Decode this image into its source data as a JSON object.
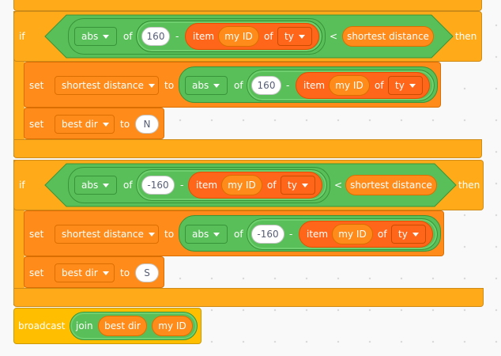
{
  "colors": {
    "control": "#ffab19",
    "variables": "#ff8c1a",
    "operators": "#59c059",
    "lists": "#ff661a",
    "events": "#ffbf00"
  },
  "blocks": [
    {
      "if_label": "if",
      "then_label": "then",
      "abs": "abs",
      "of": "of",
      "value": "160",
      "minus": "-",
      "item": "item",
      "var_my_id": "my ID",
      "of2": "of",
      "list": "ty",
      "lt": "<",
      "shortest": "shortest distance",
      "set1": {
        "set": "set",
        "var": "shortest distance",
        "to": "to",
        "abs": "abs",
        "of": "of",
        "value": "160",
        "minus": "-",
        "item": "item",
        "my_id": "my ID",
        "of2": "of",
        "list": "ty"
      },
      "set2": {
        "set": "set",
        "var": "best dir",
        "to": "to",
        "value": "N"
      }
    },
    {
      "if_label": "if",
      "then_label": "then",
      "abs": "abs",
      "of": "of",
      "value": "-160",
      "minus": "-",
      "item": "item",
      "var_my_id": "my ID",
      "of2": "of",
      "list": "ty",
      "lt": "<",
      "shortest": "shortest distance",
      "set1": {
        "set": "set",
        "var": "shortest distance",
        "to": "to",
        "abs": "abs",
        "of": "of",
        "value": "-160",
        "minus": "-",
        "item": "item",
        "my_id": "my ID",
        "of2": "of",
        "list": "ty"
      },
      "set2": {
        "set": "set",
        "var": "best dir",
        "to": "to",
        "value": "S"
      }
    }
  ],
  "broadcast": {
    "label": "broadcast",
    "join": "join",
    "a": "best dir",
    "b": "my ID"
  }
}
